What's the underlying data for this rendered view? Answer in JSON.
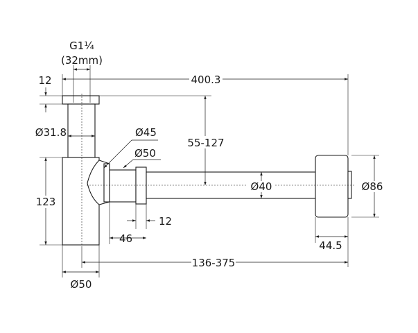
{
  "dimensions": {
    "thread": "G1¼",
    "thread_mm": "(32mm)",
    "overall_length": "400.3",
    "cap_height": "12",
    "tube_dia": "Ø31.8",
    "elbow_dia": "Ø45",
    "nut_dia": "Ø50",
    "drop": "55-127",
    "bottle_height": "123",
    "pipe_dia": "Ø40",
    "flange_dia": "Ø86",
    "nut_width": "12",
    "nut_offset": "46",
    "flange_depth": "44.5",
    "projection": "136-375",
    "bottle_dia": "Ø50"
  }
}
